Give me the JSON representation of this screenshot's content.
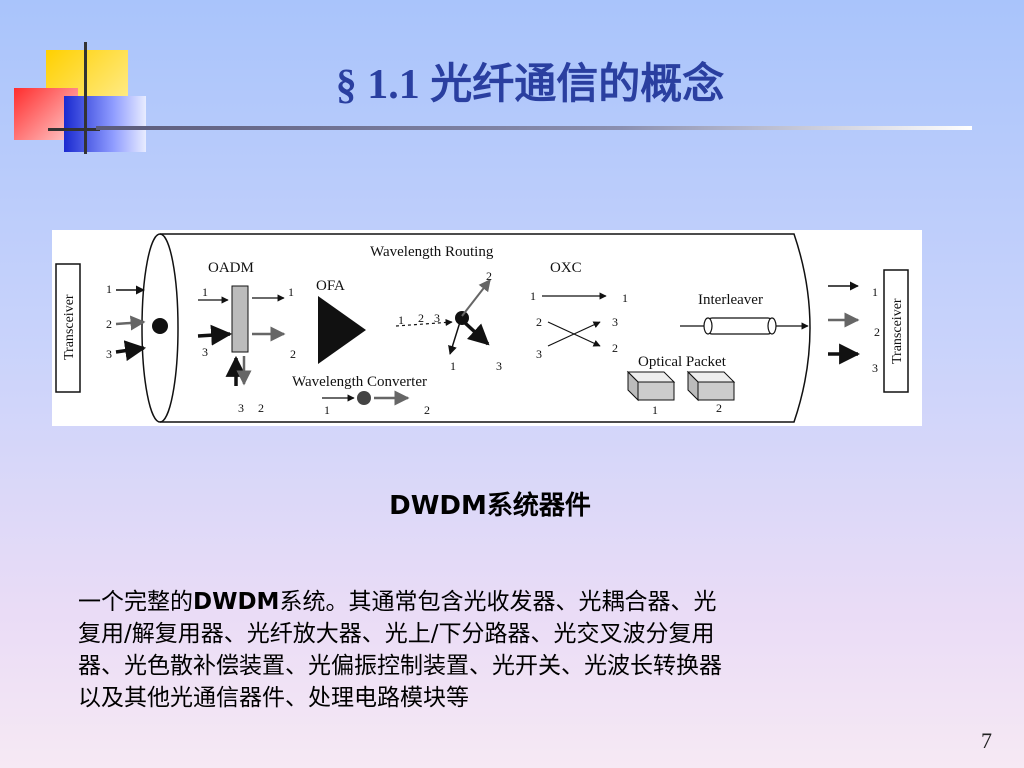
{
  "slide": {
    "title": "§ 1.1 光纤通信的概念",
    "page_number": "7"
  },
  "diagram": {
    "labels": {
      "transceiver_left": "Transceiver",
      "transceiver_right": "Transceiver",
      "oadm": "OADM",
      "ofa": "OFA",
      "wavelength_routing": "Wavelength Routing",
      "oxc": "OXC",
      "interleaver": "Interleaver",
      "optical_packet": "Optical Packet",
      "wavelength_converter": "Wavelength Converter"
    },
    "numbers": {
      "n1": "1",
      "n2": "2",
      "n3": "3"
    }
  },
  "caption": {
    "latin": "DWDM",
    "chinese": "系统器件"
  },
  "paragraph": {
    "l1_a": "一个完整的",
    "l1_b": "DWDM",
    "l1_c": "系统。其通常包含光收发器、光耦合器、光",
    "l2": "复用/解复用器、光纤放大器、光上/下分路器、光交叉波分复用",
    "l3": "器、光色散补偿装置、光偏振控制装置、光开关、光波长转换器",
    "l4": "以及其他光通信器件、处理电路模块等"
  },
  "colors": {
    "title": "#2a3fa0",
    "deco_yellow": "#ffd600",
    "deco_red": "#ff3b3b",
    "deco_blue": "#1f2fd0"
  }
}
